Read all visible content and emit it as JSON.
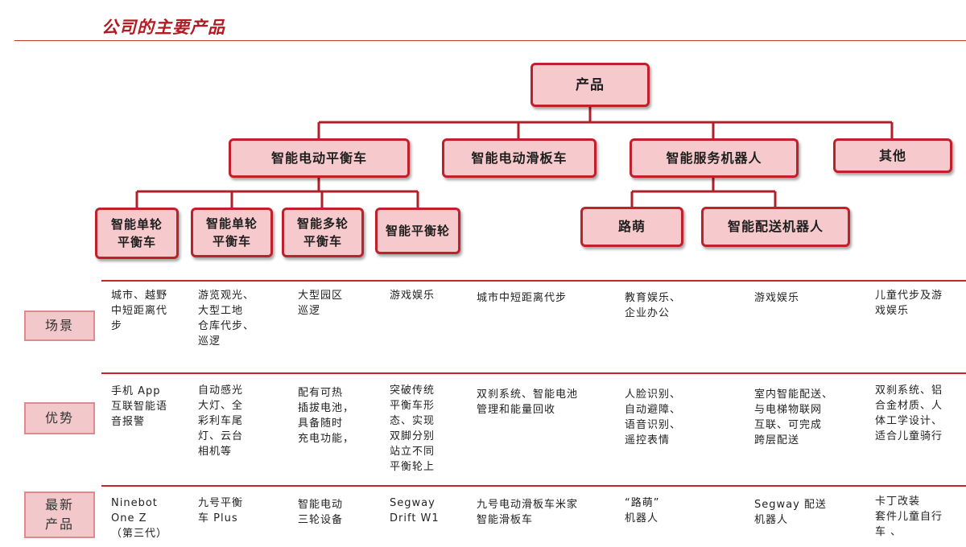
{
  "page_title": "公司的主要产品",
  "diagram": {
    "root": "产品",
    "categories": [
      "智能电动平衡车",
      "智能电动滑板车",
      "智能服务机器人",
      "其他"
    ],
    "balance_children": [
      "智能单轮\n平衡车",
      "智能单轮\n平衡车",
      "智能多轮\n平衡车",
      "智能平衡轮"
    ],
    "robot_children": [
      "路萌",
      "智能配送机器人"
    ]
  },
  "table": {
    "row_labels": [
      "场景",
      "优势",
      "最新\n产品"
    ],
    "scenario": [
      "城市、越野\n中短距离代\n步",
      "游览观光、\n大型工地\n仓库代步、\n巡逻",
      "大型园区\n巡逻",
      "游戏娱乐",
      "城市中短距离代步",
      "教育娱乐、\n企业办公",
      "游戏娱乐",
      "儿童代步及游\n戏娱乐"
    ],
    "advantage": [
      "手机 App\n互联智能语\n音报警",
      "自动感光\n大灯、全\n彩利车尾\n灯、云台\n相机等",
      "配有可热\n插拔电池，\n具备随时\n充电功能，",
      "突破传统\n平衡车形\n态、实现\n双脚分别\n站立不同\n平衡轮上",
      "双刹系统、智能电池\n管理和能量回收",
      "人脸识别、\n自动避障、\n语音识别、\n遥控表情",
      "室内智能配送、\n与电梯物联网\n互联、可完成\n跨层配送",
      "双刹系统、铝\n合金材质、人\n体工学设计、\n适合儿童骑行"
    ],
    "latest": [
      "Ninebot\nOne Z\n（第三代）",
      "九号平衡\n车 Plus",
      "智能电动\n三轮设备",
      "Segway\nDrift W1",
      "九号电动滑板车米家\n智能滑板车",
      "“路萌”\n机器人",
      "Segway 配送\n机器人",
      "卡丁改装\n套件儿童自行\n车 、"
    ]
  },
  "colors": {
    "accent": "#c0202c",
    "node_fill": "#f6c9cc",
    "label_fill": "#f2c8ca",
    "title": "#b31b22"
  }
}
